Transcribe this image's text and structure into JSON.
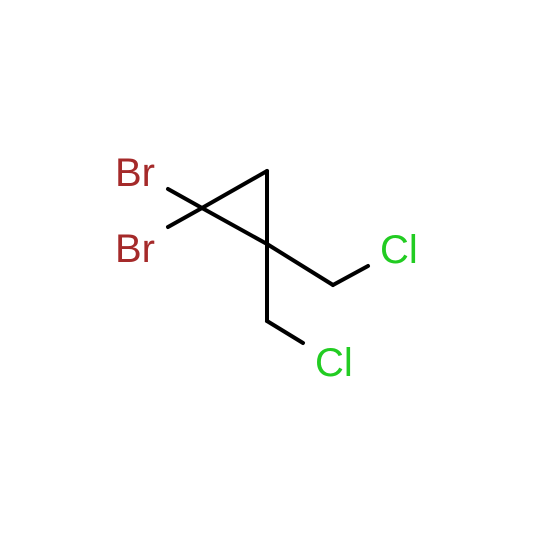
{
  "molecule": {
    "atoms": [
      {
        "id": "br1",
        "label": "Br",
        "color": "#a52a2a"
      },
      {
        "id": "br2",
        "label": "Br",
        "color": "#a52a2a"
      },
      {
        "id": "cl1",
        "label": "Cl",
        "color": "#22cc22"
      },
      {
        "id": "cl2",
        "label": "Cl",
        "color": "#22cc22"
      }
    ],
    "bond_color": "#000000"
  }
}
